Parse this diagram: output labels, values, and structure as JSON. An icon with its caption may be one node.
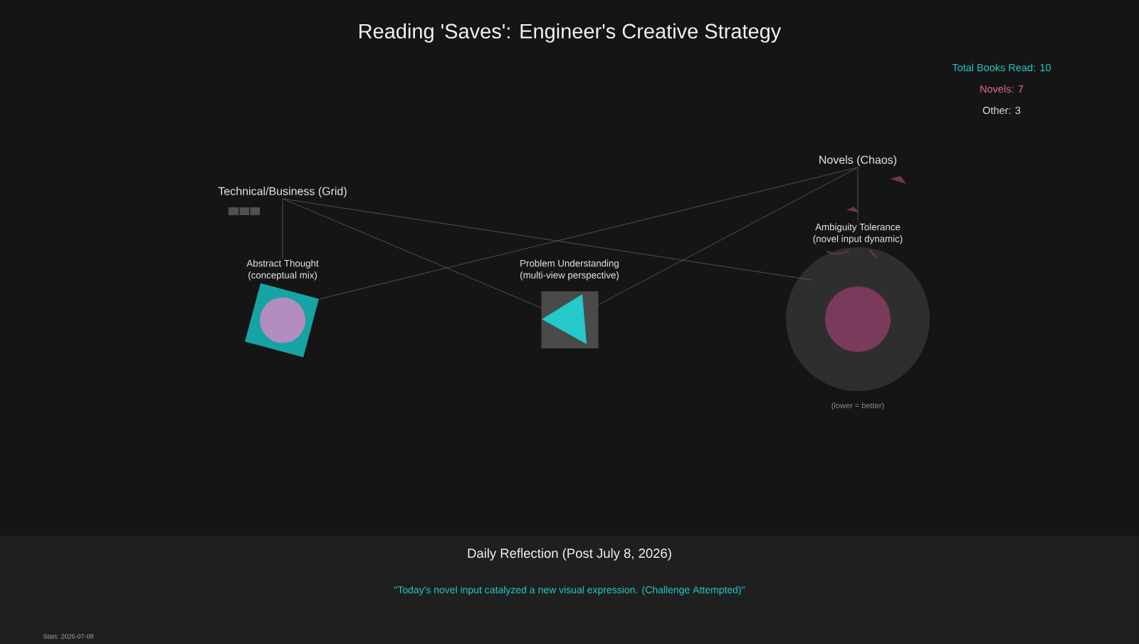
{
  "diagram": {
    "title": "Reading 'Saves': Engineer's Creative Strategy",
    "nodes": [
      {
        "text": [
          "Technical/Business (Grid)"
        ]
      },
      {
        "text": [
          "Novels (Chaos)"
        ]
      },
      {
        "text": [
          "Abstract Thought (conceptual mix)"
        ]
      },
      {
        "text": [
          "Problem Understanding (multi-view perspective)"
        ]
      },
      {
        "text": [
          "Ambiguity Tolerance (novel input dynamic)"
        ],
        "beside": [
          "(lower = better)"
        ]
      },
      {
        "text": [
          "Daily Reflection (Post July 8, 2026)",
          "\"Today's novel input catalyzed a new visual expression. (Challenge Attempted)\"",
          "Start: 2026-07-08"
        ]
      }
    ],
    "edges": [
      {
        "from": 0,
        "to": 2,
        "arrow": "none"
      },
      {
        "from": 0,
        "to": 3,
        "arrow": "none"
      },
      {
        "from": 0,
        "to": 4,
        "arrow": "none"
      },
      {
        "from": 1,
        "to": 2,
        "arrow": "none"
      },
      {
        "from": 1,
        "to": 3,
        "arrow": "none"
      },
      {
        "from": 1,
        "to": 4,
        "arrow": "none"
      }
    ],
    "labels": [
      "Total Books Read: 10",
      "Novels: 7",
      "Other: 3"
    ]
  }
}
